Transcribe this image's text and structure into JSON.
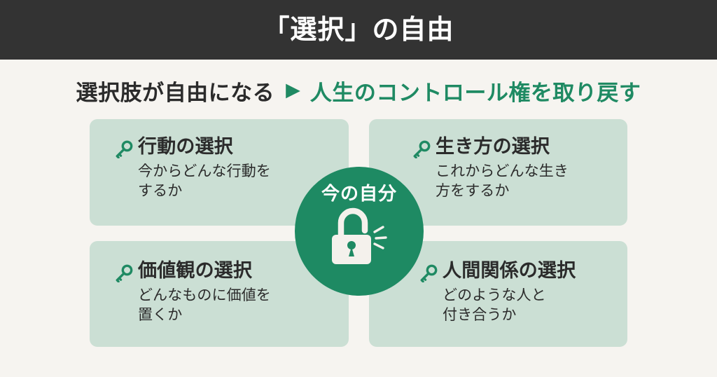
{
  "header": {
    "title": "「選択」の自由"
  },
  "subtitle": {
    "left_text": "選択肢が自由になる",
    "arrow_icon": "triangle-right-icon",
    "arrow_glyph": "▶",
    "right_text": "人生のコントロール権を取り戻す"
  },
  "center": {
    "label": "今の自分",
    "icon": "open-padlock-icon"
  },
  "cards": [
    {
      "id": "action",
      "icon": "key-icon",
      "title": "行動の選択",
      "body": "今からどんな行動を\nするか"
    },
    {
      "id": "lifestyle",
      "icon": "key-icon",
      "title": "生き方の選択",
      "body": "これからどんな生き\n方をするか"
    },
    {
      "id": "values",
      "icon": "key-icon",
      "title": "価値観の選択",
      "body": "どんなものに価値を\n置くか"
    },
    {
      "id": "relationships",
      "icon": "key-icon",
      "title": "人間関係の選択",
      "body": "どのような人と\n付き合うか"
    }
  ],
  "colors": {
    "header_bg": "#333333",
    "page_bg": "#f6f4f0",
    "card_bg": "#cbdfd4",
    "accent_green": "#1f8a63",
    "circle_green": "#1e8a63",
    "text_dark": "#2b2b2b",
    "icon_white": "#f4f1ec"
  }
}
